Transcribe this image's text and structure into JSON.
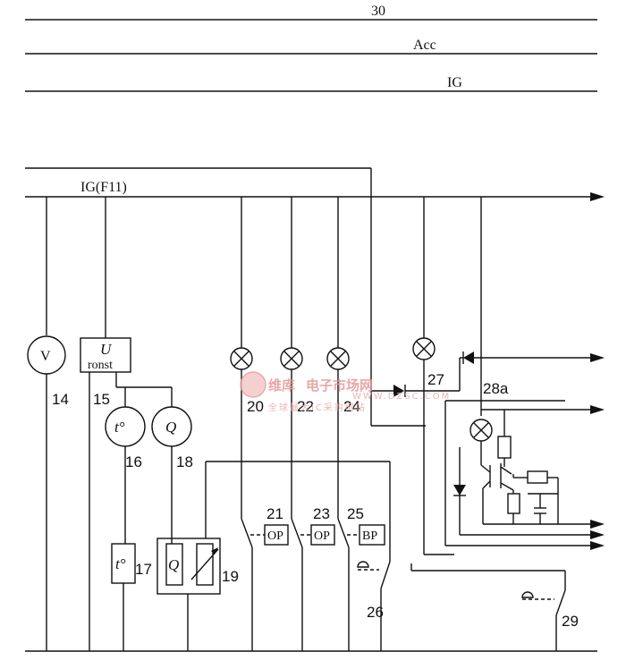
{
  "bus_labels": {
    "b30": "30",
    "acc": "Acc",
    "ig": "IG",
    "igf": "IG(F11)"
  },
  "components": {
    "c14": {
      "symbol": "V",
      "number": "14"
    },
    "c15": {
      "symbol": "U",
      "sub": "ronst",
      "number": "15"
    },
    "c16": {
      "symbol": "t°",
      "number": "16"
    },
    "c17": {
      "symbol": "t°",
      "number": "17"
    },
    "c18": {
      "symbol": "Q",
      "number": "18"
    },
    "c19": {
      "symbol": "Q",
      "number": "19"
    },
    "c20": {
      "number": "20"
    },
    "c21": {
      "box": "OP",
      "number": "21"
    },
    "c22": {
      "number": "22"
    },
    "c23": {
      "box": "OP",
      "number": "23"
    },
    "c24": {
      "number": "24"
    },
    "c25": {
      "box": "BP",
      "number": "25"
    },
    "c26": {
      "number": "26"
    },
    "c27": {
      "number": "27"
    },
    "c28a": {
      "number": "28a"
    },
    "c29": {
      "number": "29"
    }
  },
  "watermark": {
    "brand": "维库",
    "title": "电子市场网",
    "sub": "WWW.DZSC.COM",
    "tagline": "全球最大IC采购网站"
  },
  "colors": {
    "ink": "#111111",
    "watermark": "#e39a98"
  }
}
